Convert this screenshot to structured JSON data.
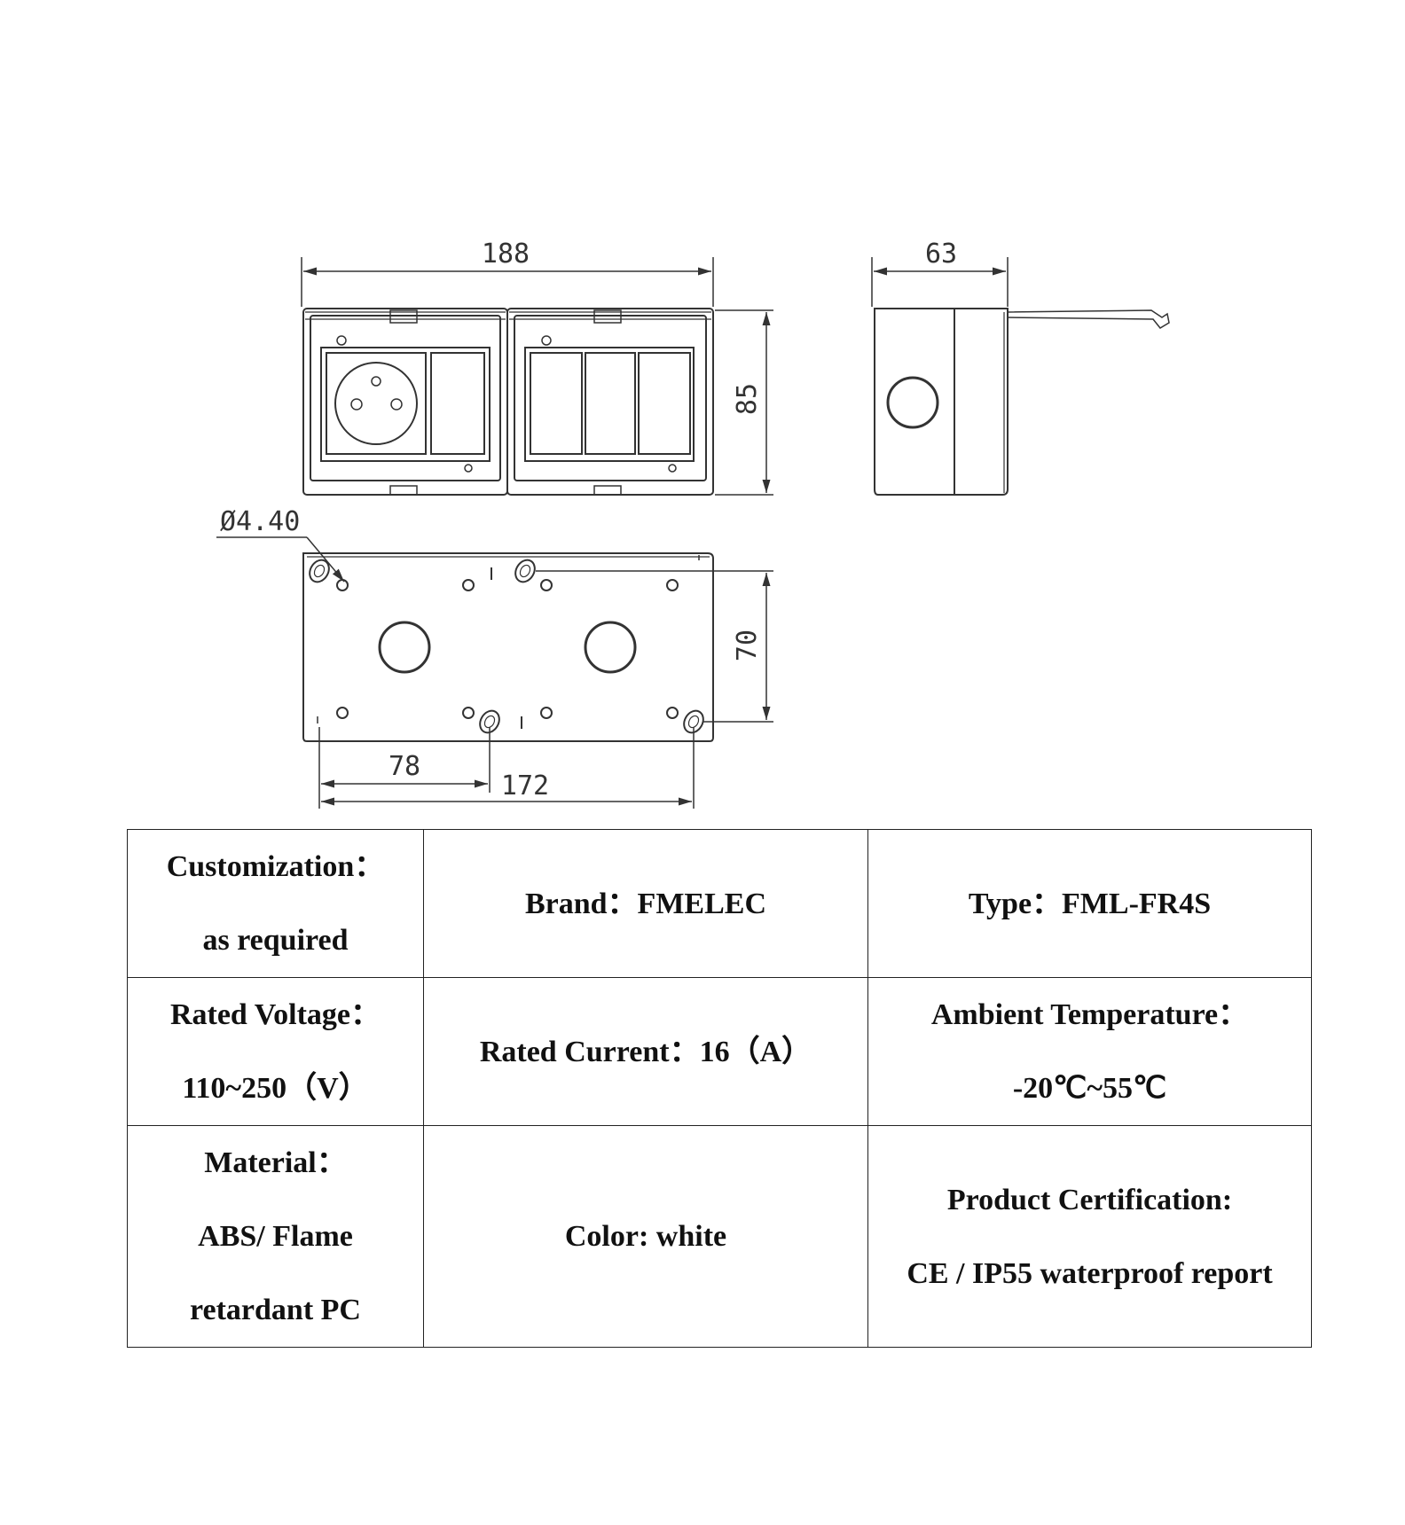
{
  "dimensions": {
    "front_width": "188",
    "front_height": "85",
    "side_depth": "63",
    "hole_diameter": "Ø4.40",
    "base_height": "70",
    "base_half": "78",
    "base_width": "172"
  },
  "specs": [
    [
      {
        "lines": [
          "Customization：",
          "as required"
        ]
      },
      {
        "lines": [
          "Brand：FMELEC"
        ]
      },
      {
        "lines": [
          "Type：FML-FR4S"
        ]
      }
    ],
    [
      {
        "lines": [
          "Rated Voltage：",
          "110~250（V）"
        ]
      },
      {
        "lines": [
          "Rated Current：16（A）"
        ]
      },
      {
        "lines": [
          "Ambient Temperature：",
          "-20℃~55℃"
        ]
      }
    ],
    [
      {
        "lines": [
          "Material：",
          "ABS/ Flame",
          "retardant PC"
        ]
      },
      {
        "lines": [
          "Color: white"
        ]
      },
      {
        "lines": [
          "Product Certification:",
          "CE / IP55 waterproof report"
        ]
      }
    ]
  ]
}
